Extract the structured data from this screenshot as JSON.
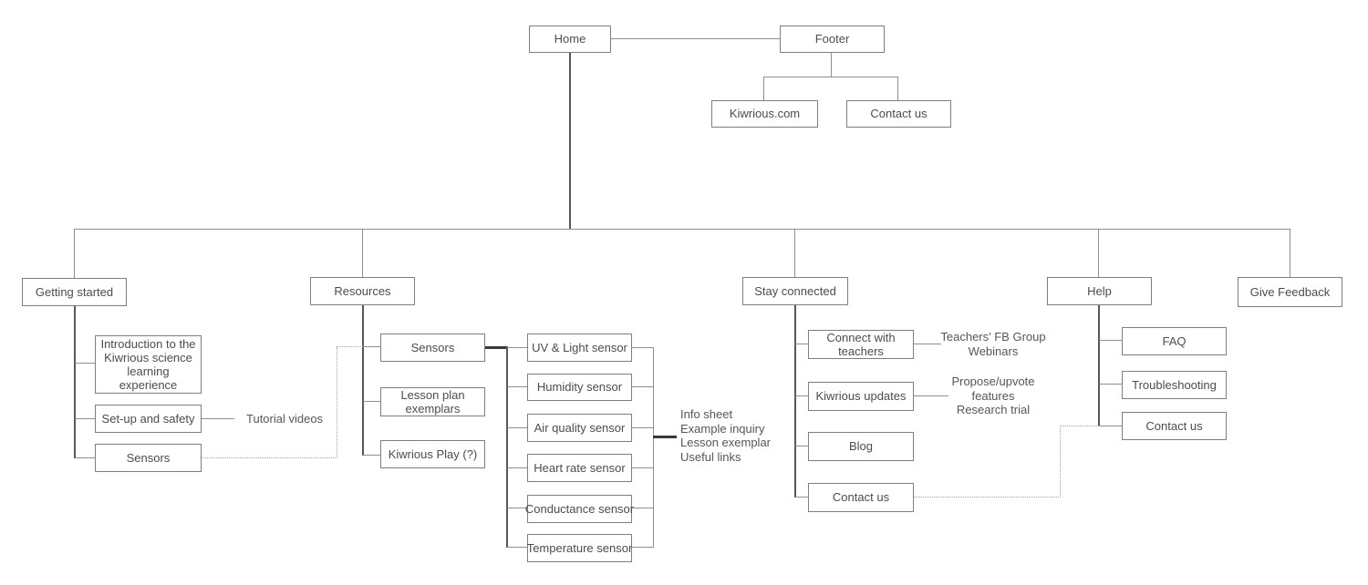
{
  "sitemap": {
    "home": "Home",
    "footer": {
      "label": "Footer",
      "kiwrious_site": "Kiwrious.com",
      "contact_us": "Contact us"
    },
    "getting_started": {
      "label": "Getting started",
      "intro": "Introduction to the Kiwrious science learning experience",
      "setup": "Set-up and safety",
      "setup_note": "Tutorial videos",
      "sensors": "Sensors"
    },
    "resources": {
      "label": "Resources",
      "sensors": "Sensors",
      "lesson_plans": "Lesson plan exemplars",
      "kiwrious_play": "Kiwrious Play (?)",
      "sensor_pages": {
        "uv_light": "UV & Light sensor",
        "humidity": "Humidity sensor",
        "air_quality": "Air quality sensor",
        "heart_rate": "Heart rate sensor",
        "conductance": "Conductance sensor",
        "temperature": "Temperature sensor",
        "page_contents": [
          "Info sheet",
          "Example inquiry",
          "Lesson exemplar",
          "Useful links"
        ]
      }
    },
    "stay_connected": {
      "label": "Stay connected",
      "connect_teachers": "Connect with teachers",
      "connect_teachers_note": [
        "Teachers' FB Group",
        "Webinars"
      ],
      "updates": "Kiwrious updates",
      "updates_note": [
        "Propose/upvote",
        "features",
        "Research trial"
      ],
      "blog": "Blog",
      "contact_us": "Contact us"
    },
    "help": {
      "label": "Help",
      "faq": "FAQ",
      "troubleshooting": "Troubleshooting",
      "contact_us": "Contact us"
    },
    "give_feedback": "Give Feedback"
  },
  "colors": {
    "background": "#ffffff",
    "box_border": "#7f7f7f",
    "line": "#8f8f8f",
    "line_dark": "#383838",
    "dotted_line": "#a3a3a3",
    "text": "#4c4c4c"
  }
}
